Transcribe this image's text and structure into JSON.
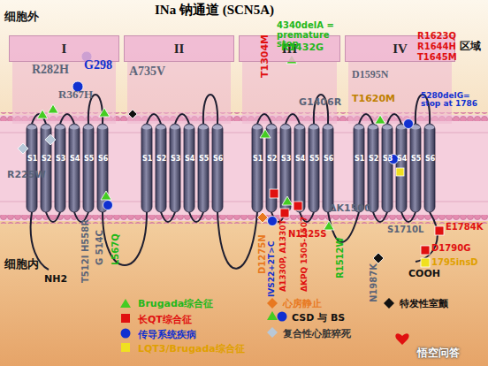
{
  "diagram": {
    "title": "INa 钠通道 (SCN5A)",
    "nodes": [
      {
        "text": [
          "I"
        ]
      },
      {
        "text": [
          "II"
        ]
      },
      {
        "text": [
          "III"
        ]
      },
      {
        "text": [
          "IV"
        ]
      }
    ],
    "edges": [],
    "labels": [
      "细胞外",
      "区域",
      "细胞内",
      "NH2",
      "COOH",
      "R282H",
      "G298",
      "A735V",
      "R367H",
      "T1304M",
      "4340delA = premature stop",
      "R1432G",
      "G1406R",
      "D1595N",
      "T1620M",
      "R1623Q",
      "R1644H",
      "T1645M",
      "5280delG= stop at 1786",
      "E1784K",
      "D1790G",
      "1795insD",
      "S1710L",
      "N1987K",
      "D1275N",
      "N1325S",
      "A1330P, A1330T",
      "ΔKPQ 1505-1507",
      "IVS22+2T>C",
      "ΔK1500",
      "R1512W",
      "T512I H558R",
      "G 514C",
      "L567Q",
      "R225W",
      "悟空问答",
      "S1",
      "S2",
      "S3",
      "S4",
      "S5",
      "S6",
      "S1",
      "S2",
      "S3",
      "S4",
      "S5",
      "S6",
      "S1",
      "S2",
      "S3",
      "S4",
      "S5",
      "S6",
      "S1",
      "S2",
      "S3",
      "S4",
      "S5",
      "S6"
    ],
    "legend": [
      {
        "text": "Brugada综合征"
      },
      {
        "text": "长QT综合征"
      },
      {
        "text": "传导系统疾病"
      },
      {
        "text": "LQT3/Brugada综合征"
      },
      {
        "text": "心房静止"
      },
      {
        "text": "CSD 与 BS"
      },
      {
        "text": "复合性心脏猝死"
      },
      {
        "text": "特发性室颤"
      }
    ]
  }
}
